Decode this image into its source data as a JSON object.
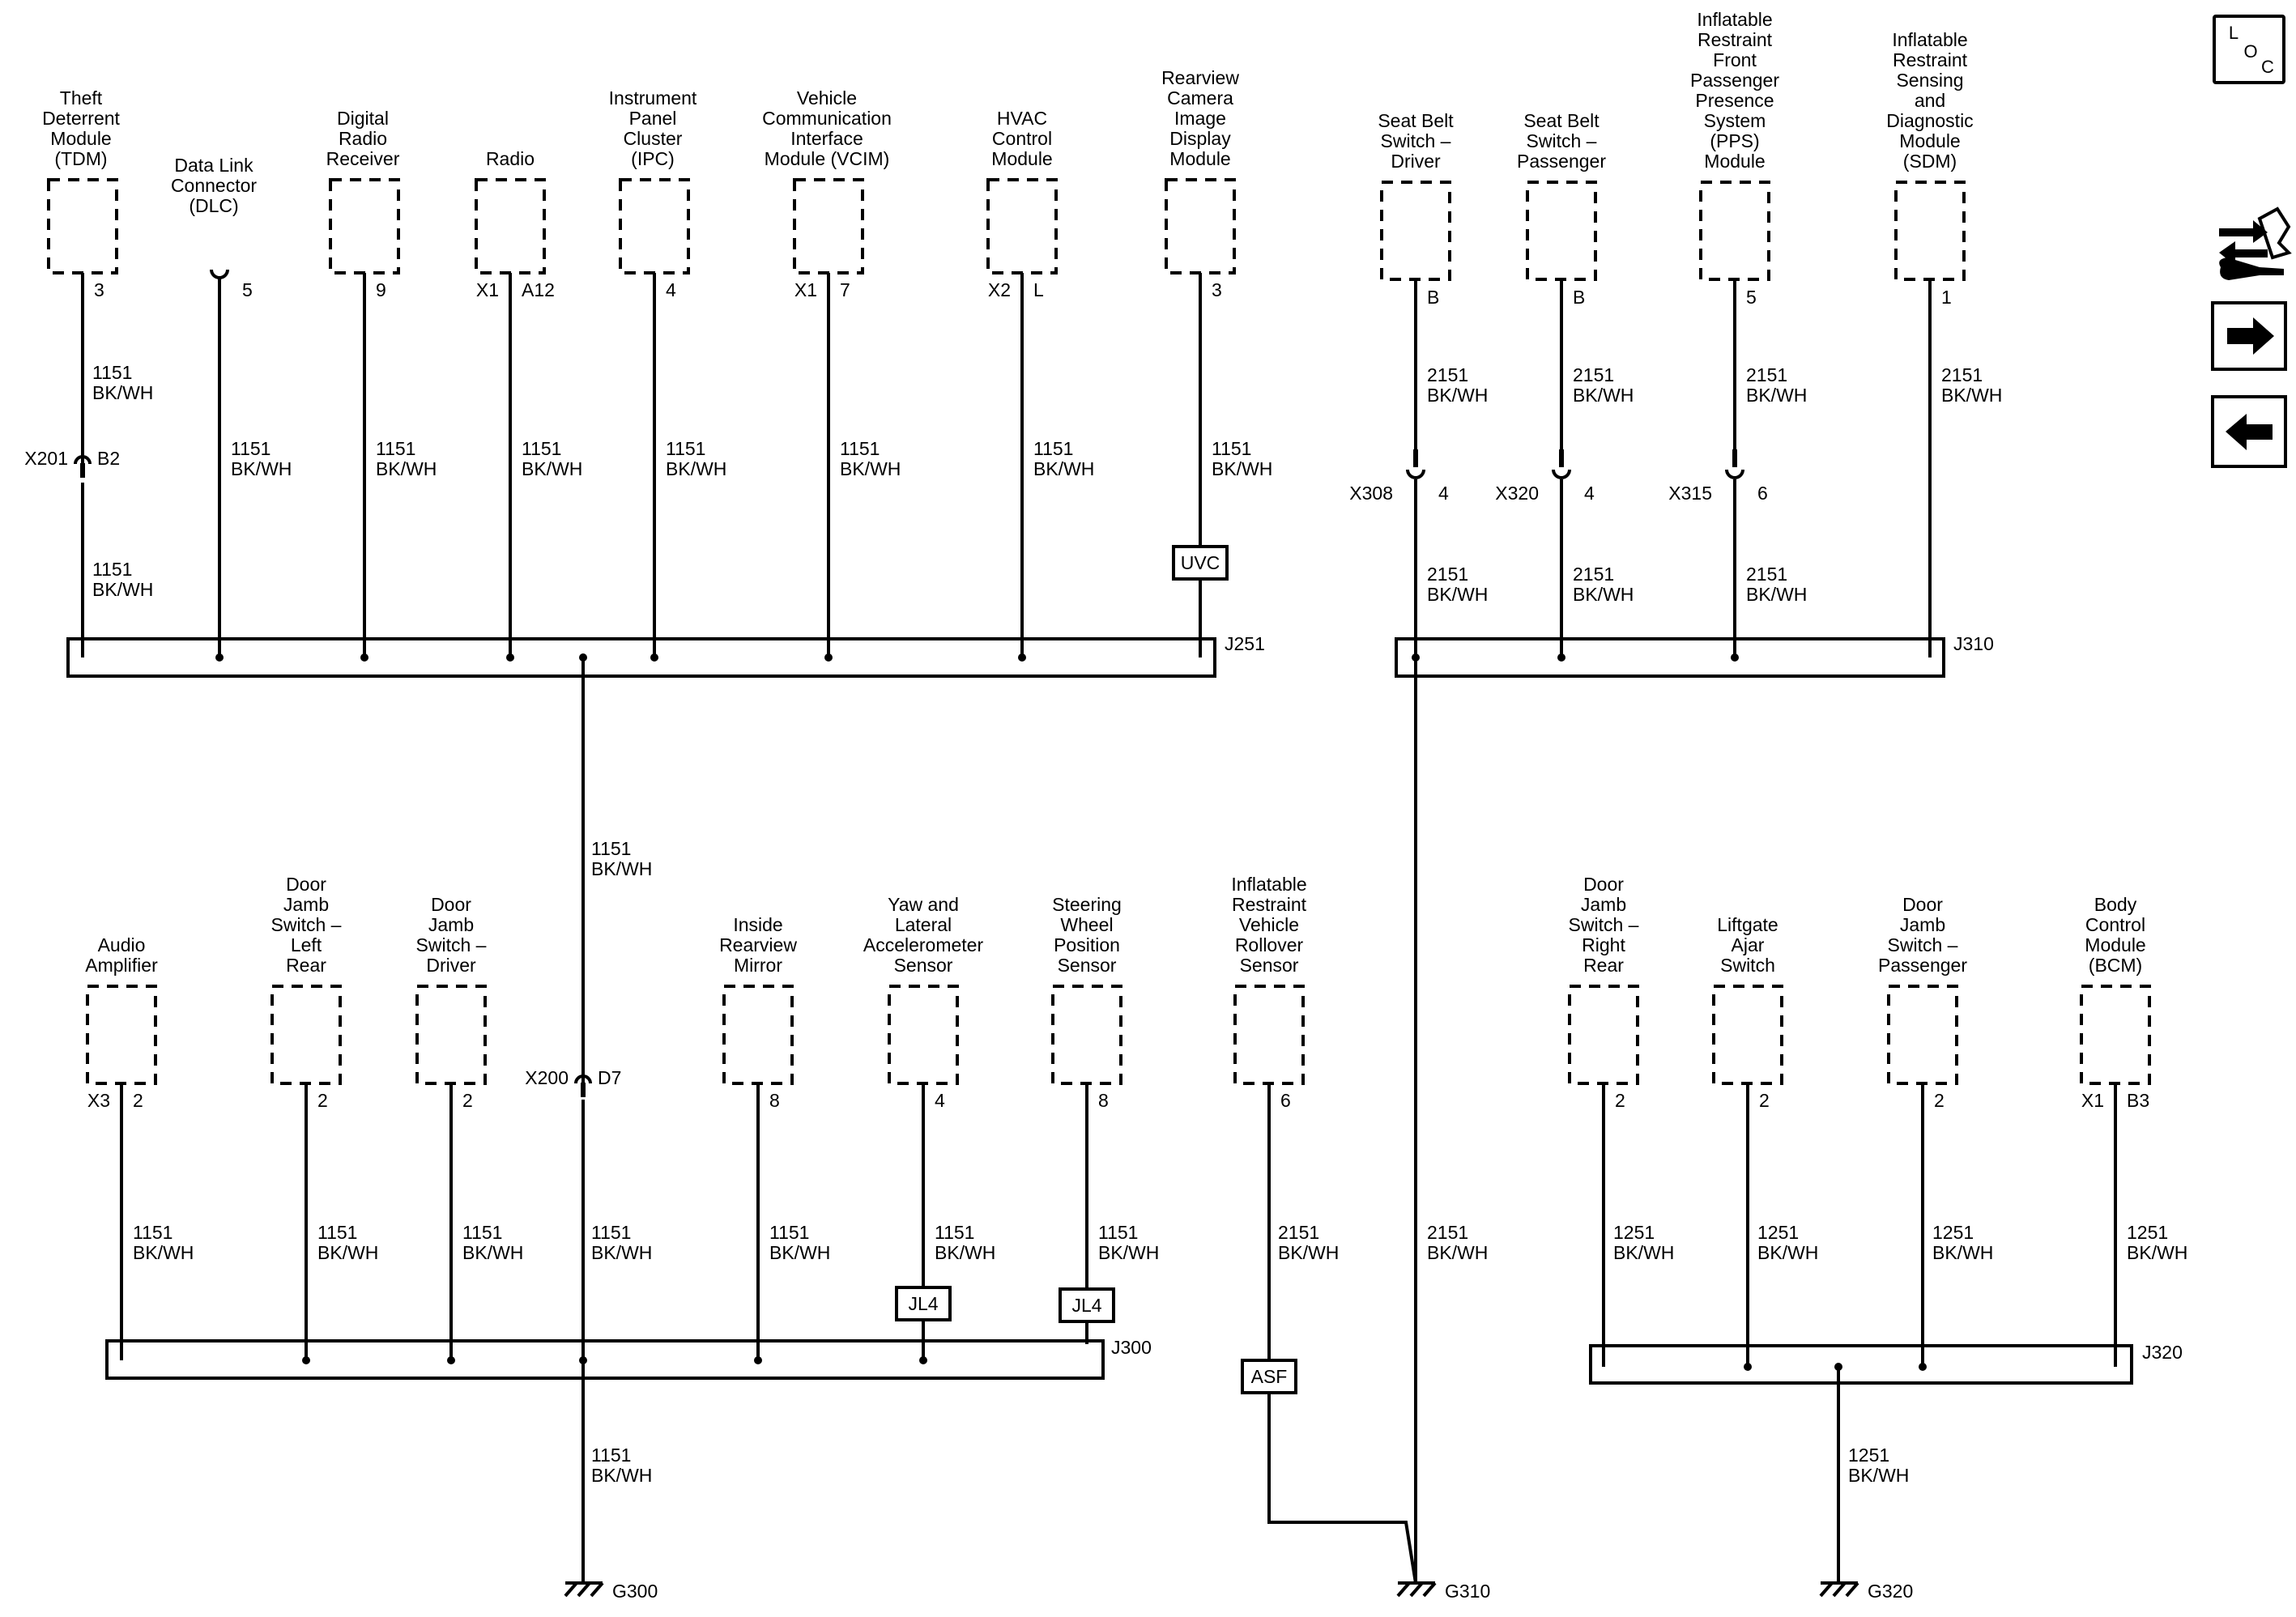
{
  "corner": {
    "loc_letters": [
      "L",
      "O",
      "C"
    ]
  },
  "nav": {
    "icons": [
      "legend-icon",
      "next-page-arrow-icon",
      "previous-page-arrow-icon"
    ]
  },
  "buses": {
    "J251": "J251",
    "J310": "J310",
    "J300": "J300",
    "J320": "J320"
  },
  "grounds": {
    "G300": "G300",
    "G310": "G310",
    "G320": "G320"
  },
  "components": {
    "tdm": {
      "lines": [
        "Theft",
        "Deterrent",
        "Module",
        "(TDM)"
      ],
      "pin_left": "",
      "pin_right": "3"
    },
    "dlc": {
      "lines": [
        "Data Link",
        "Connector",
        "(DLC)"
      ],
      "pin_left": "",
      "pin_right": "5"
    },
    "digital_radio": {
      "lines": [
        "Digital",
        "Radio",
        "Receiver"
      ],
      "pin_left": "",
      "pin_right": "9"
    },
    "radio": {
      "lines": [
        "Radio"
      ],
      "pin_left": "X1",
      "pin_right": "A12"
    },
    "ipc": {
      "lines": [
        "Instrument",
        "Panel",
        "Cluster",
        "(IPC)"
      ],
      "pin_left": "",
      "pin_right": "4"
    },
    "vcim": {
      "lines": [
        "Vehicle",
        "Communication",
        "Interface",
        "Module (VCIM)"
      ],
      "pin_left": "X1",
      "pin_right": "7"
    },
    "hvac": {
      "lines": [
        "HVAC",
        "Control",
        "Module"
      ],
      "pin_left": "X2",
      "pin_right": "L"
    },
    "rear_camera": {
      "lines": [
        "Rearview",
        "Camera",
        "Image",
        "Display",
        "Module"
      ],
      "pin_left": "",
      "pin_right": "3"
    },
    "seatbelt_driver": {
      "lines": [
        "Seat Belt",
        "Switch –",
        "Driver"
      ],
      "pin_left": "",
      "pin_right": "B"
    },
    "seatbelt_passenger": {
      "lines": [
        "Seat Belt",
        "Switch –",
        "Passenger"
      ],
      "pin_left": "",
      "pin_right": "B"
    },
    "pps": {
      "lines": [
        "Inflatable",
        "Restraint",
        "Front",
        "Passenger",
        "Presence",
        "System",
        "(PPS)",
        "Module"
      ],
      "pin_left": "",
      "pin_right": "5"
    },
    "sdm": {
      "lines": [
        "Inflatable",
        "Restraint",
        "Sensing",
        "and",
        "Diagnostic",
        "Module",
        "(SDM)"
      ],
      "pin_left": "",
      "pin_right": "1"
    },
    "audio_amp": {
      "lines": [
        "Audio",
        "Amplifier"
      ],
      "pin_left": "X3",
      "pin_right": "2"
    },
    "door_jamb_lr": {
      "lines": [
        "Door",
        "Jamb",
        "Switch –",
        "Left",
        "Rear"
      ],
      "pin_left": "",
      "pin_right": "2"
    },
    "door_jamb_driver": {
      "lines": [
        "Door",
        "Jamb",
        "Switch –",
        "Driver"
      ],
      "pin_left": "",
      "pin_right": "2"
    },
    "inside_mirror": {
      "lines": [
        "Inside",
        "Rearview",
        "Mirror"
      ],
      "pin_left": "",
      "pin_right": "8"
    },
    "yaw_sensor": {
      "lines": [
        "Yaw and",
        "Lateral",
        "Accelerometer",
        "Sensor"
      ],
      "pin_left": "",
      "pin_right": "4"
    },
    "steering_sensor": {
      "lines": [
        "Steering",
        "Wheel",
        "Position",
        "Sensor"
      ],
      "pin_left": "",
      "pin_right": "8"
    },
    "rollover_sensor": {
      "lines": [
        "Inflatable",
        "Restraint",
        "Vehicle",
        "Rollover",
        "Sensor"
      ],
      "pin_left": "",
      "pin_right": "6"
    },
    "door_jamb_rr": {
      "lines": [
        "Door",
        "Jamb",
        "Switch –",
        "Right",
        "Rear"
      ],
      "pin_left": "",
      "pin_right": "2"
    },
    "liftgate": {
      "lines": [
        "Liftgate",
        "Ajar",
        "Switch"
      ],
      "pin_left": "",
      "pin_right": "2"
    },
    "door_jamb_passenger": {
      "lines": [
        "Door",
        "Jamb",
        "Switch –",
        "Passenger"
      ],
      "pin_left": "",
      "pin_right": "2"
    },
    "bcm": {
      "lines": [
        "Body",
        "Control",
        "Module",
        "(BCM)"
      ],
      "pin_left": "X1",
      "pin_right": "B3"
    }
  },
  "inline_connectors": {
    "x201": {
      "name": "X201",
      "pin": "B2"
    },
    "x308": {
      "name": "X308",
      "pin": "4"
    },
    "x320": {
      "name": "X320",
      "pin": "4"
    },
    "x315": {
      "name": "X315",
      "pin": "6"
    },
    "x200": {
      "name": "X200",
      "pin": "D7"
    }
  },
  "tags": {
    "uvc": "UVC",
    "jl4_a": "JL4",
    "jl4_b": "JL4",
    "asf": "ASF"
  },
  "wires": {
    "tdm_upper": {
      "circuit": "1151",
      "color": "BK/WH"
    },
    "tdm_lower": {
      "circuit": "1151",
      "color": "BK/WH"
    },
    "dlc": {
      "circuit": "1151",
      "color": "BK/WH"
    },
    "digital_radio": {
      "circuit": "1151",
      "color": "BK/WH"
    },
    "radio": {
      "circuit": "1151",
      "color": "BK/WH"
    },
    "ipc": {
      "circuit": "1151",
      "color": "BK/WH"
    },
    "vcim": {
      "circuit": "1151",
      "color": "BK/WH"
    },
    "hvac": {
      "circuit": "1151",
      "color": "BK/WH"
    },
    "rear_camera": {
      "circuit": "1151",
      "color": "BK/WH"
    },
    "seatbelt_driver_upper": {
      "circuit": "2151",
      "color": "BK/WH"
    },
    "seatbelt_driver_lower": {
      "circuit": "2151",
      "color": "BK/WH"
    },
    "seatbelt_passenger_upper": {
      "circuit": "2151",
      "color": "BK/WH"
    },
    "seatbelt_passenger_lower": {
      "circuit": "2151",
      "color": "BK/WH"
    },
    "pps_upper": {
      "circuit": "2151",
      "color": "BK/WH"
    },
    "pps_lower": {
      "circuit": "2151",
      "color": "BK/WH"
    },
    "sdm": {
      "circuit": "2151",
      "color": "BK/WH"
    },
    "j251_trunk": {
      "circuit": "1151",
      "color": "BK/WH"
    },
    "audio_amp": {
      "circuit": "1151",
      "color": "BK/WH"
    },
    "door_jamb_lr": {
      "circuit": "1151",
      "color": "BK/WH"
    },
    "door_jamb_driver": {
      "circuit": "1151",
      "color": "BK/WH"
    },
    "x200_lower": {
      "circuit": "1151",
      "color": "BK/WH"
    },
    "inside_mirror": {
      "circuit": "1151",
      "color": "BK/WH"
    },
    "yaw_sensor": {
      "circuit": "1151",
      "color": "BK/WH"
    },
    "steering_sensor": {
      "circuit": "1151",
      "color": "BK/WH"
    },
    "g300": {
      "circuit": "1151",
      "color": "BK/WH"
    },
    "rollover_sensor": {
      "circuit": "2151",
      "color": "BK/WH"
    },
    "j310_trunk": {
      "circuit": "2151",
      "color": "BK/WH"
    },
    "door_jamb_rr": {
      "circuit": "1251",
      "color": "BK/WH"
    },
    "liftgate": {
      "circuit": "1251",
      "color": "BK/WH"
    },
    "door_jamb_passenger": {
      "circuit": "1251",
      "color": "BK/WH"
    },
    "bcm": {
      "circuit": "1251",
      "color": "BK/WH"
    },
    "g320": {
      "circuit": "1251",
      "color": "BK/WH"
    }
  }
}
